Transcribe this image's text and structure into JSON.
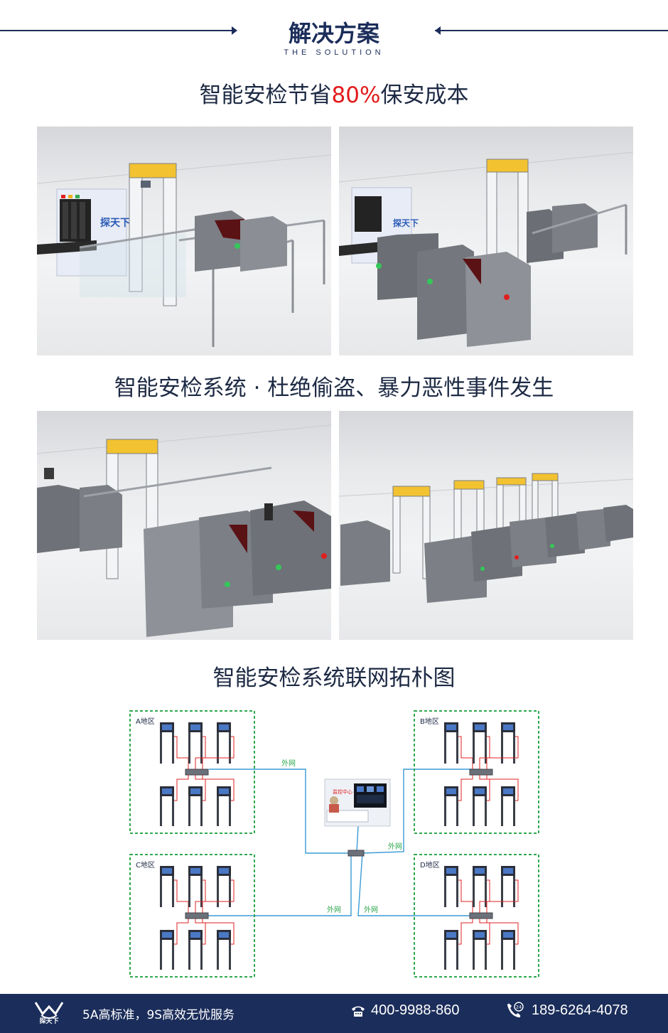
{
  "header": {
    "title": "解决方案",
    "subtitle": "THE SOLUTION"
  },
  "section1": {
    "title_prefix": "智能安检节省",
    "title_highlight": "80%",
    "title_suffix": "保安成本"
  },
  "section2": {
    "title": "智能安检系统 · 杜绝偷盗、暴力恶性事件发生"
  },
  "section3": {
    "title": "智能安检系统联网拓朴图"
  },
  "panels": {
    "brand_on_scanner": "探天下"
  },
  "topology": {
    "zones": [
      "A地区",
      "B地区",
      "C地区",
      "D地区"
    ],
    "network_label": "外网",
    "control_center": "监控中心"
  },
  "footer": {
    "logo_text": "探天下",
    "slogan": "5A高标准，9S高效无忧服务",
    "phone1": "400-9988-860",
    "phone2": "189-6264-4078",
    "badge": "24"
  },
  "colors": {
    "navy": "#1b2d5a",
    "highlight": "#e31b1b",
    "zone_border": "#2fa84f",
    "network_line": "#3a9bd5",
    "power_line": "#e02020"
  }
}
